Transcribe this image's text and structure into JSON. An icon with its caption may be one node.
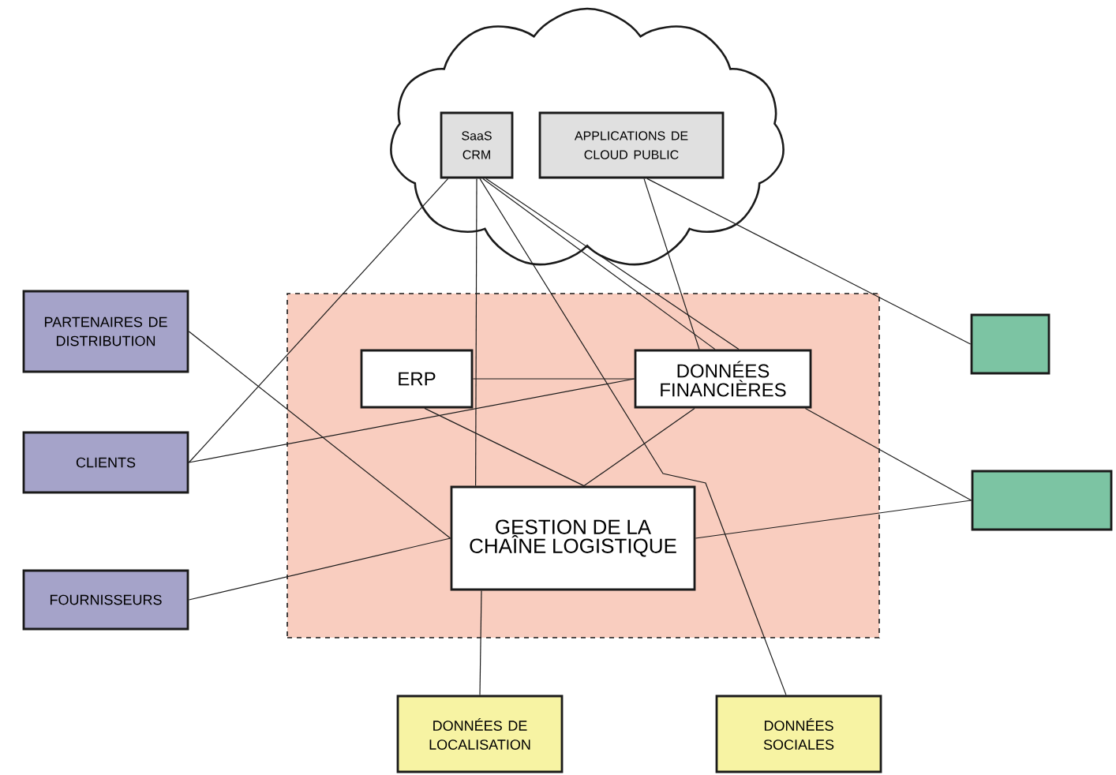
{
  "diagram": {
    "nodes": [
      {
        "text": [],
        "shape": "cloud"
      },
      {
        "text": [
          "SaaS CRM"
        ],
        "in": 0
      },
      {
        "text": [
          "APPLICATIONS DE CLOUD PUBLIC"
        ],
        "in": 0
      },
      {
        "text": [],
        "shape": "box"
      },
      {
        "text": [
          "ERP"
        ],
        "in": 3
      },
      {
        "text": [
          "DONNÉES FINANCIÈRES"
        ],
        "in": 3
      },
      {
        "text": [
          "GESTION DE LA CHAÎNE LOGISTIQUE"
        ],
        "in": 3
      },
      {
        "text": [
          "PARTENAIRES DE DISTRIBUTION"
        ]
      },
      {
        "text": [
          "CLIENTS"
        ]
      },
      {
        "text": [
          "FOURNISSEURS"
        ]
      },
      {
        "text": [],
        "shape": "box"
      },
      {
        "text": [],
        "shape": "box"
      },
      {
        "text": [
          "DONNÉES DE LOCALISATION"
        ]
      },
      {
        "text": [
          "DONNÉES SOCIALES"
        ]
      }
    ],
    "edges": [
      {
        "from": 1,
        "to": 8,
        "arrow": "none"
      },
      {
        "from": 1,
        "to": 6,
        "arrow": "none"
      },
      {
        "from": 1,
        "to": 13,
        "arrow": "none"
      },
      {
        "from": 1,
        "to": 5,
        "arrow": "none"
      },
      {
        "from": 1,
        "to": 5,
        "arrow": "none"
      },
      {
        "from": 2,
        "to": 5,
        "arrow": "none"
      },
      {
        "from": 2,
        "to": 10,
        "arrow": "none"
      },
      {
        "from": 7,
        "to": 6,
        "arrow": "none"
      },
      {
        "from": 8,
        "to": 5,
        "arrow": "none"
      },
      {
        "from": 4,
        "to": 5,
        "arrow": "none"
      },
      {
        "from": 4,
        "to": 6,
        "arrow": "none"
      },
      {
        "from": 5,
        "to": 6,
        "arrow": "none"
      },
      {
        "from": 5,
        "to": 11,
        "arrow": "none"
      },
      {
        "from": 6,
        "to": 11,
        "arrow": "none"
      },
      {
        "from": 9,
        "to": 6,
        "arrow": "none"
      },
      {
        "from": 6,
        "to": 12,
        "arrow": "none"
      }
    ]
  }
}
